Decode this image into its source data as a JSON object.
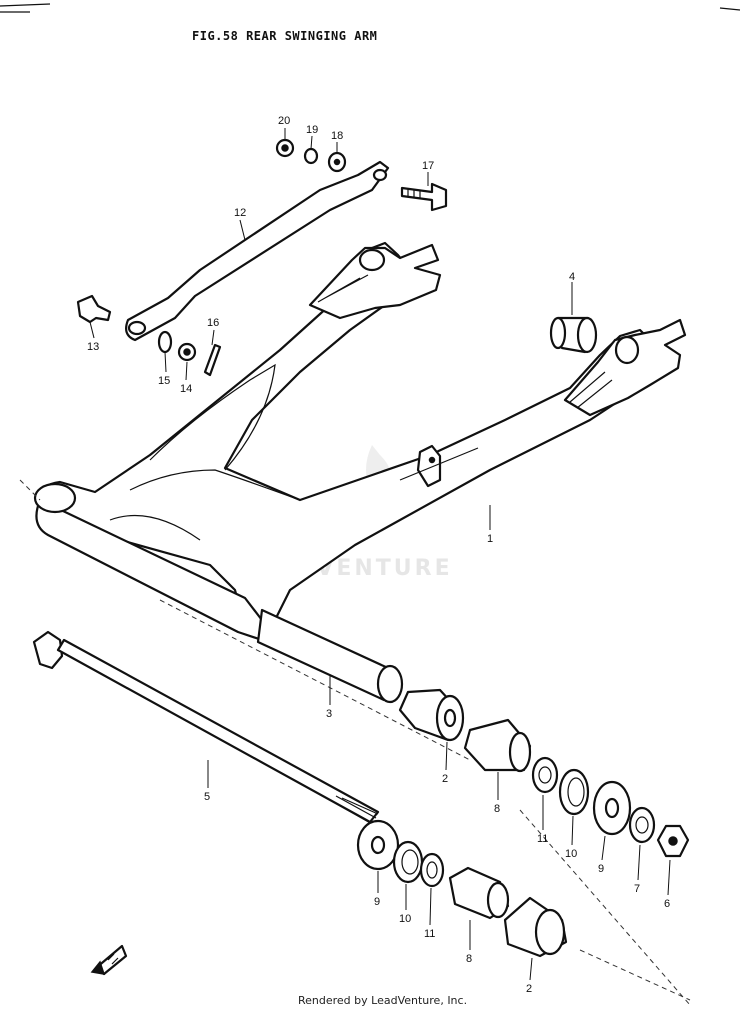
{
  "figure": {
    "title": "FIG.58  REAR SWINGING ARM",
    "footer": "Rendered by LeadVenture, Inc.",
    "watermark": "LEADVENTURE"
  },
  "callouts": [
    "20",
    "19",
    "18",
    "17",
    "12",
    "4",
    "16",
    "13",
    "15",
    "14",
    "1",
    "3",
    "5",
    "2",
    "8",
    "11",
    "10",
    "9",
    "7",
    "6",
    "9",
    "10",
    "11",
    "8",
    "2"
  ]
}
